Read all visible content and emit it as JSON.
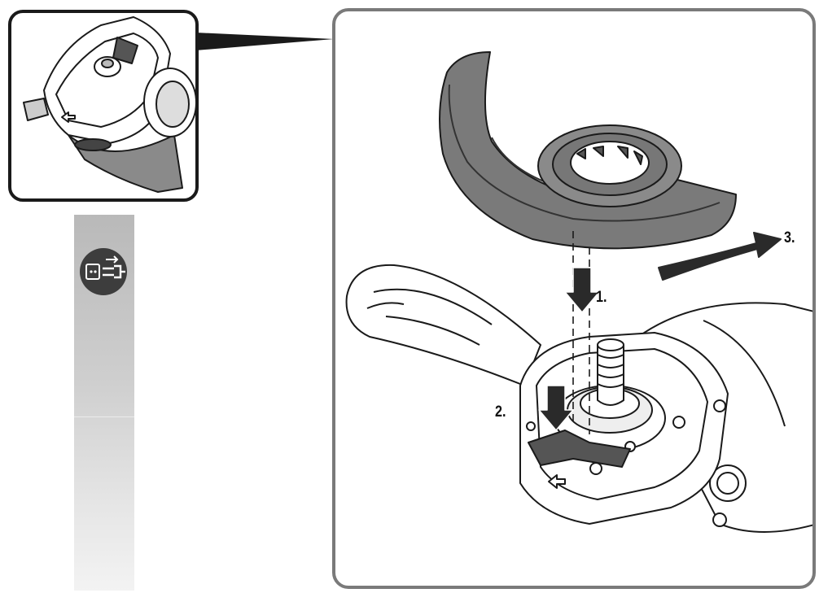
{
  "steps": [
    {
      "label": "1."
    },
    {
      "label": "2."
    },
    {
      "label": "3."
    }
  ],
  "icons": {
    "disconnect_plug": "unplug-before-work-icon",
    "direction_arrow": "arrow-icon"
  },
  "colors": {
    "outline": "#1a1a1a",
    "panel_border": "#7a7a7a",
    "guard_fill": "#6e6e6e",
    "arrow_fill": "#2a2a2a",
    "bar_top": "#b9b9b9",
    "bar_bottom": "#f3f3f3"
  }
}
